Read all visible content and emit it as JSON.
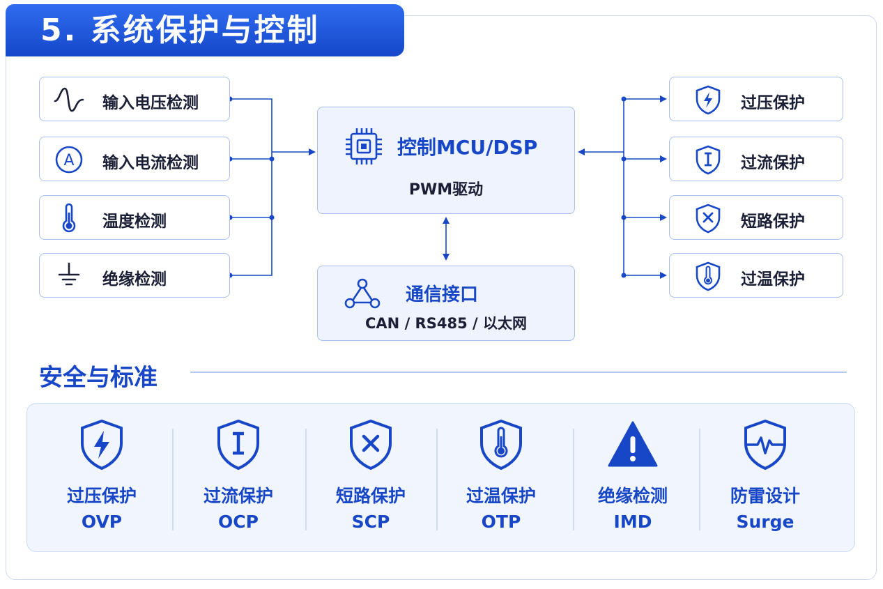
{
  "header": {
    "title": "5. 系统保护与控制"
  },
  "inputs": [
    {
      "label": "输入电压检测",
      "icon": "sine-wave-icon"
    },
    {
      "label": "输入电流检测",
      "icon": "ammeter-icon"
    },
    {
      "label": "温度检测",
      "icon": "thermometer-icon"
    },
    {
      "label": "绝缘检测",
      "icon": "ground-icon"
    }
  ],
  "controller": {
    "title": "控制MCU/DSP",
    "subtitle": "PWM驱动",
    "icon": "chip-icon"
  },
  "communication": {
    "title": "通信接口",
    "subtitle": "CAN / RS485 / 以太网",
    "icon": "network-nodes-icon"
  },
  "outputs": [
    {
      "label": "过压保护",
      "icon": "shield-lightning-icon"
    },
    {
      "label": "过流保护",
      "icon": "shield-current-icon"
    },
    {
      "label": "短路保护",
      "icon": "shield-x-icon"
    },
    {
      "label": "过温保护",
      "icon": "shield-thermometer-icon"
    }
  ],
  "standards_section": {
    "title": "安全与标准",
    "items": [
      {
        "cn": "过压保护",
        "en": "OVP",
        "icon": "shield-lightning-icon"
      },
      {
        "cn": "过流保护",
        "en": "OCP",
        "icon": "shield-current-icon"
      },
      {
        "cn": "短路保护",
        "en": "SCP",
        "icon": "shield-x-icon"
      },
      {
        "cn": "过温保护",
        "en": "OTP",
        "icon": "shield-thermometer-icon"
      },
      {
        "cn": "绝缘检测",
        "en": "IMD",
        "icon": "warning-triangle-icon"
      },
      {
        "cn": "防雷设计",
        "en": "Surge",
        "icon": "shield-pulse-icon"
      }
    ]
  },
  "colors": {
    "primary": "#1747c6",
    "accent": "#2f6cf0",
    "border": "#a9c0ef",
    "panel": "#eef3fd"
  }
}
